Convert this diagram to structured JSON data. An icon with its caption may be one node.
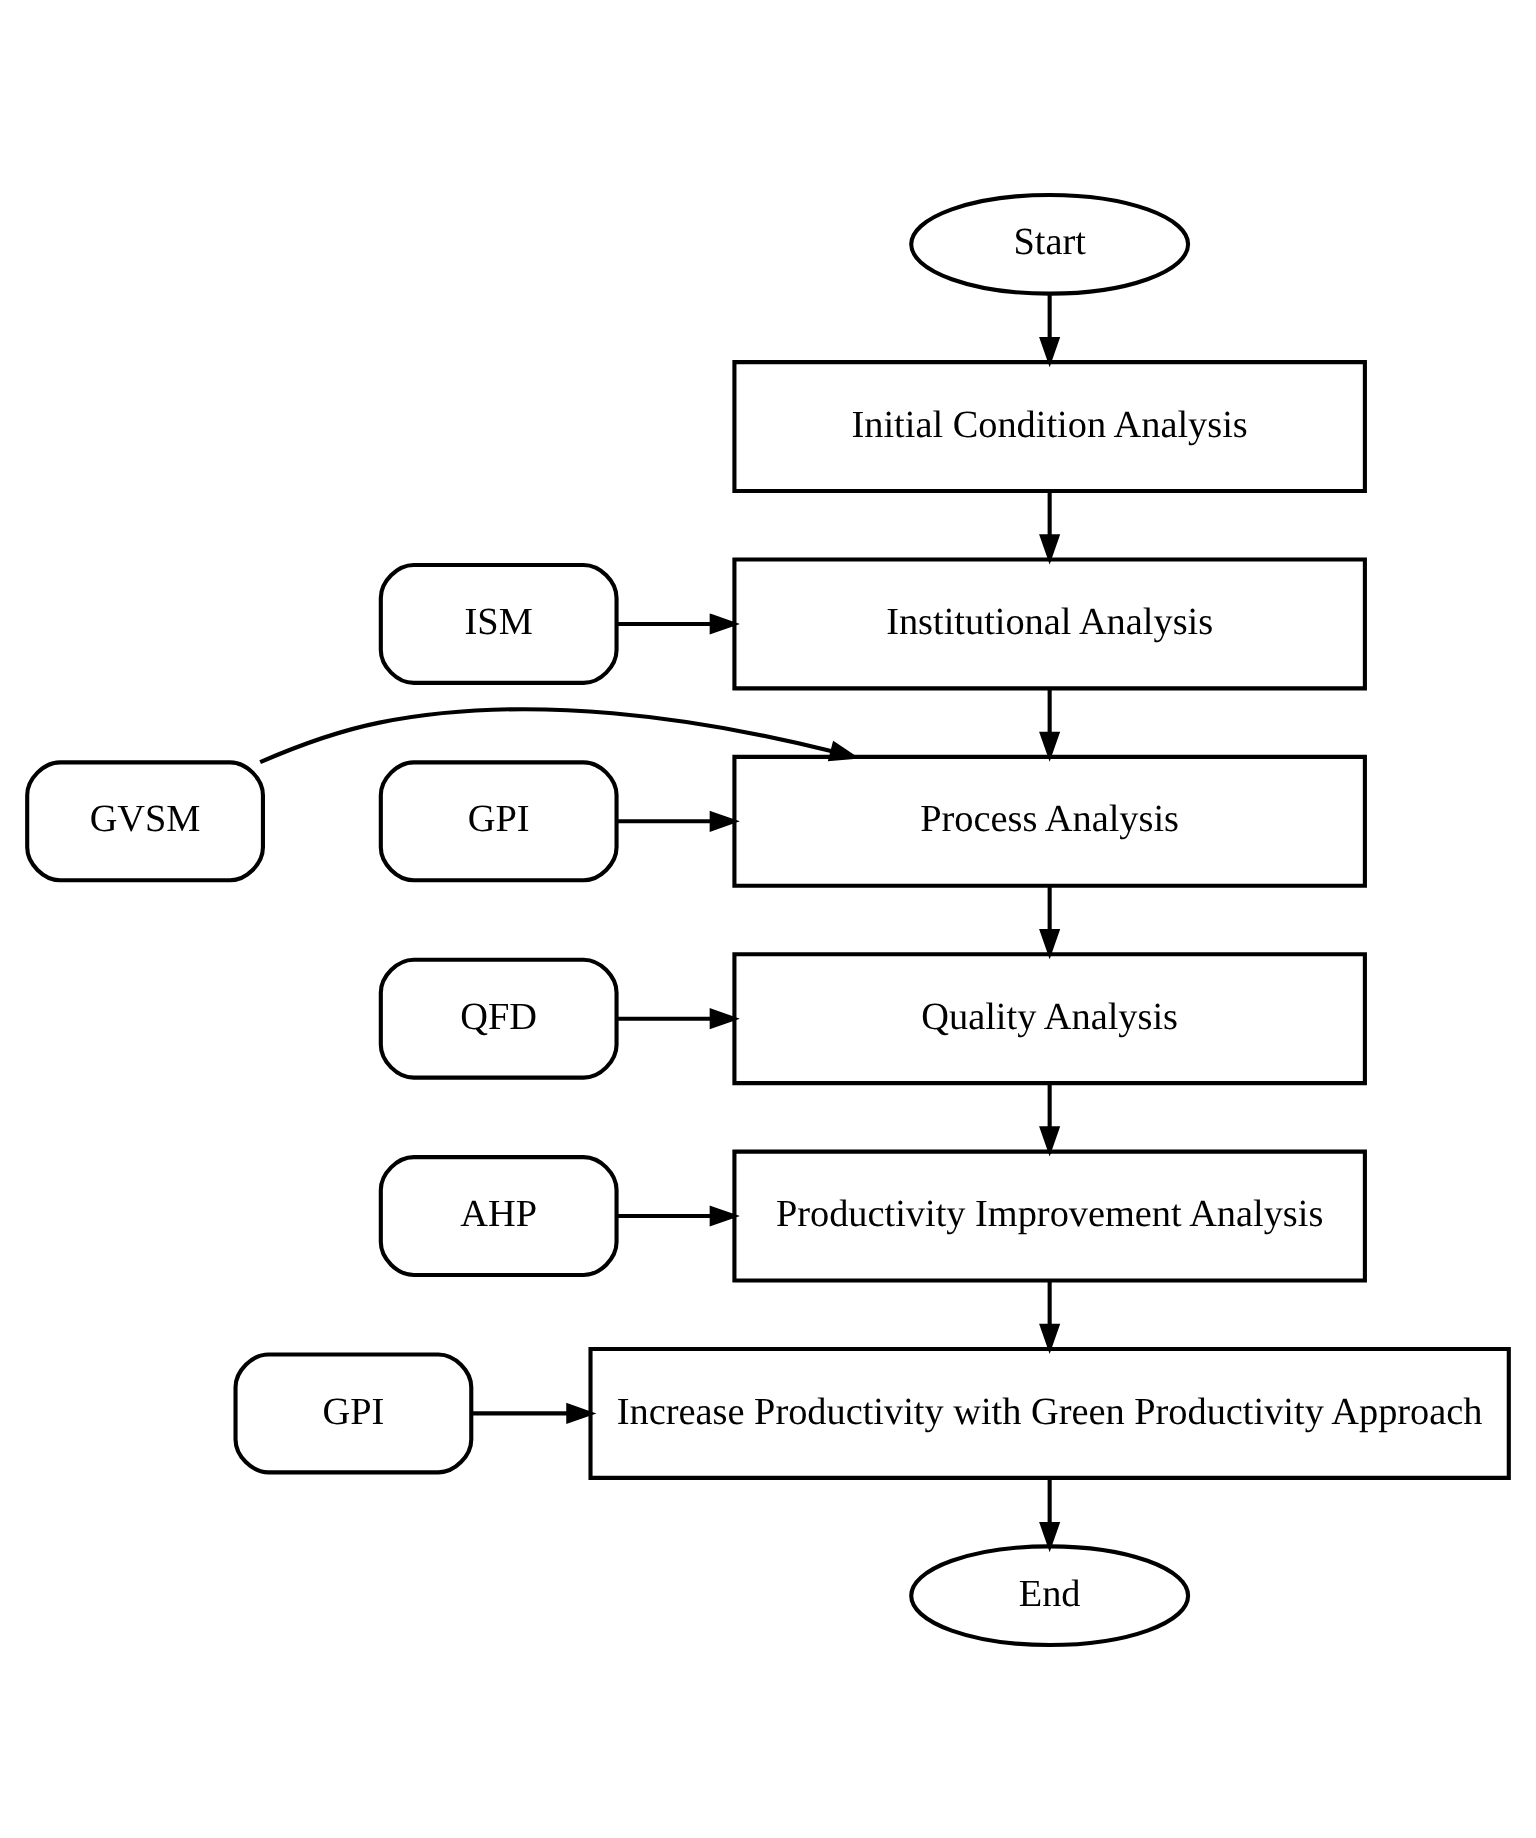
{
  "diagram": {
    "nodes": [
      {
        "text": [
          "Start"
        ]
      },
      {
        "text": [
          "Initial Condition Analysis"
        ]
      },
      {
        "text": [
          "Institutional Analysis"
        ]
      },
      {
        "text": [
          "ISM"
        ]
      },
      {
        "text": [
          "GVSM"
        ]
      },
      {
        "text": [
          "Process Analysis"
        ]
      },
      {
        "text": [
          "GPI"
        ]
      },
      {
        "text": [
          "Quality Analysis"
        ]
      },
      {
        "text": [
          "QFD"
        ]
      },
      {
        "text": [
          "Productivity Improvement Analysis"
        ]
      },
      {
        "text": [
          "AHP"
        ]
      },
      {
        "text": [
          "Increase Productivity with Green Productivity Approach"
        ]
      },
      {
        "text": [
          "GPI"
        ]
      },
      {
        "text": [
          "End"
        ]
      }
    ],
    "edges": [
      {
        "from": 0,
        "to": 1,
        "arrow": "to"
      },
      {
        "from": 1,
        "to": 2,
        "arrow": "to"
      },
      {
        "from": 3,
        "to": 2,
        "arrow": "to"
      },
      {
        "from": 2,
        "to": 5,
        "arrow": "to"
      },
      {
        "from": 4,
        "to": 5,
        "arrow": "to"
      },
      {
        "from": 6,
        "to": 5,
        "arrow": "to"
      },
      {
        "from": 5,
        "to": 7,
        "arrow": "to"
      },
      {
        "from": 8,
        "to": 7,
        "arrow": "to"
      },
      {
        "from": 7,
        "to": 9,
        "arrow": "to"
      },
      {
        "from": 10,
        "to": 9,
        "arrow": "to"
      },
      {
        "from": 9,
        "to": 11,
        "arrow": "to"
      },
      {
        "from": 12,
        "to": 11,
        "arrow": "to"
      },
      {
        "from": 11,
        "to": 13,
        "arrow": "to"
      }
    ]
  }
}
